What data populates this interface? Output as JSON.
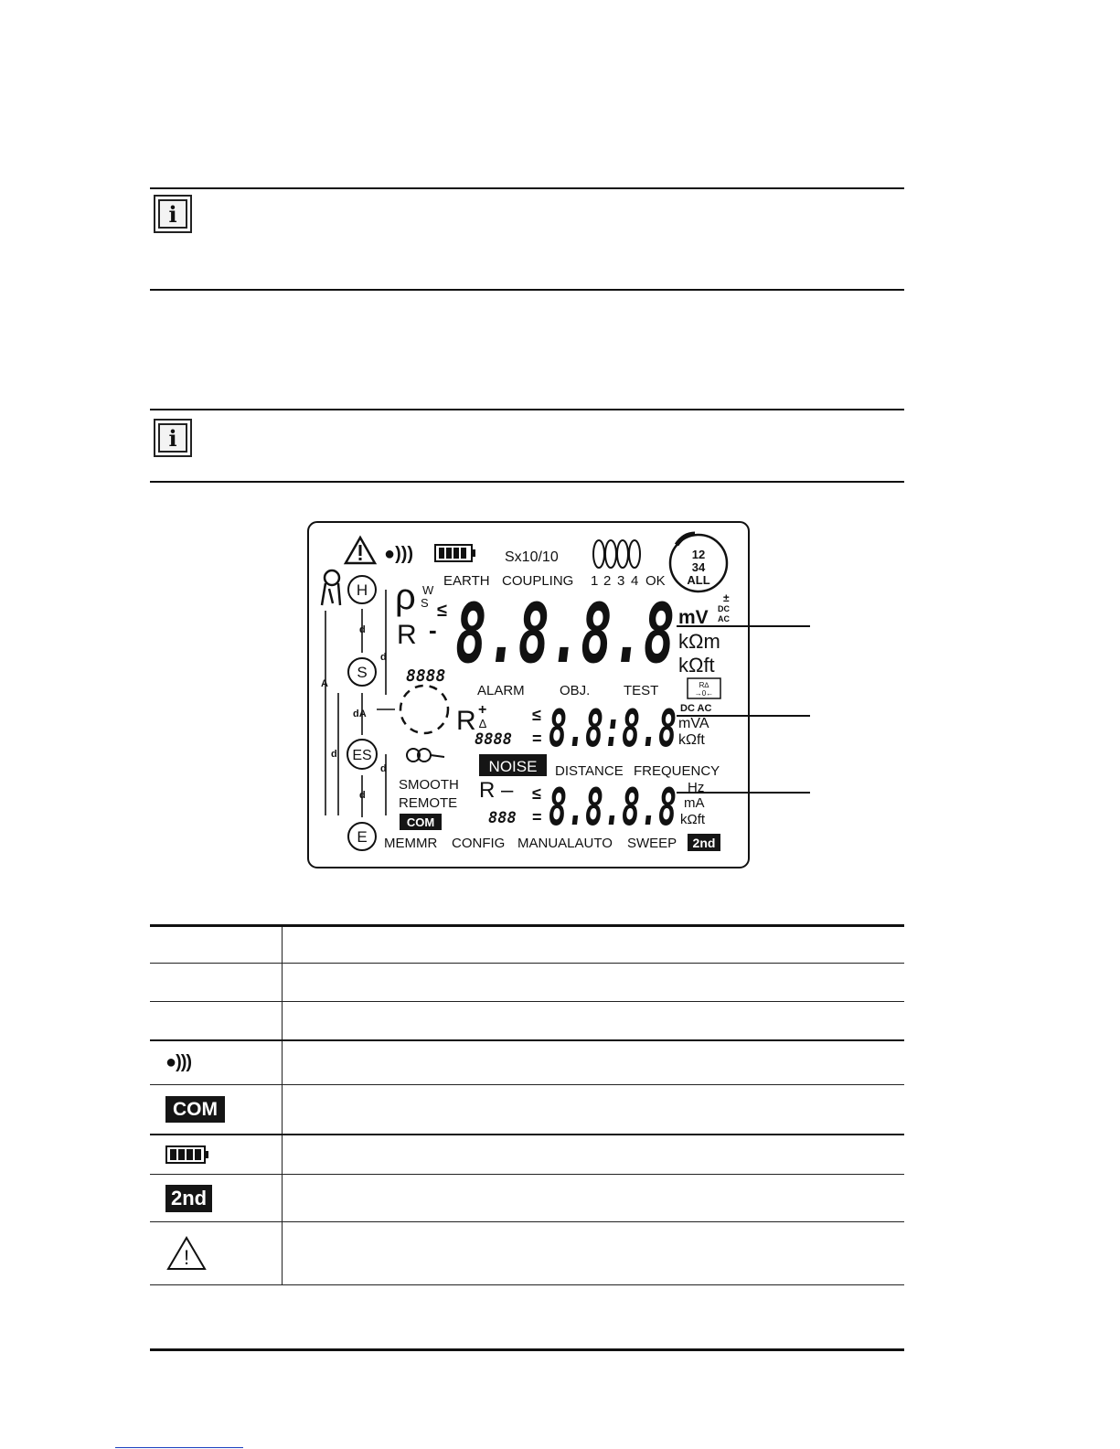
{
  "lcd": {
    "wireless": "●)))",
    "sx_label": "Sx10/10",
    "top_row": [
      "EARTH",
      "COUPLING",
      "1",
      "2",
      "3",
      "4",
      "OK"
    ],
    "clamp_selector": [
      "12",
      "34",
      "ALL"
    ],
    "rho": "ρ",
    "rho_sub_w": "W",
    "rho_sub_s": "S",
    "le": "≤",
    "r_symbol": "R",
    "minus": "-",
    "main_digits": "8.8.8.8",
    "main_units": [
      "mV",
      "kΩm",
      "kΩft"
    ],
    "dc_ac_small": [
      "DC",
      "AC"
    ],
    "plusminus": "±",
    "mid_labels": [
      "ALARM",
      "OBJ.",
      "TEST"
    ],
    "ra_box": [
      "R∆",
      "→0←"
    ],
    "mid_digits": "8.8:8.8",
    "mid_units": [
      "DC AC",
      "mVA",
      "kΩft"
    ],
    "small_digits_4": "8888",
    "small_digits_3": "888",
    "equals": "=",
    "plus": "+",
    "delta": "∆",
    "noise": "NOISE",
    "bottom_labels": [
      "DISTANCE",
      "FREQUENCY"
    ],
    "bot_digits": "8.8.8.8",
    "bot_units": [
      "Hz",
      "mA",
      "kΩft"
    ],
    "r_minus": "R –",
    "smooth": "SMOOTH",
    "remote": "REMOTE",
    "com": "COM",
    "bottom_row": [
      "MEMMR",
      "CONFIG",
      "MANUALAUTO",
      "SWEEP"
    ],
    "second": "2nd",
    "electrodes": [
      "H",
      "S",
      "ES",
      "E"
    ],
    "dim_labels": [
      "d",
      "d",
      "dA",
      "d",
      "d",
      "d",
      "A",
      "d"
    ]
  },
  "table": {
    "rows": [
      {
        "icon": "empty"
      },
      {
        "icon": "empty"
      },
      {
        "icon": "empty"
      },
      {
        "icon": "wireless-icon",
        "label": "●)))"
      },
      {
        "icon": "com-badge",
        "label": "COM"
      },
      {
        "icon": "battery-icon"
      },
      {
        "icon": "second-function-badge",
        "label": "2nd"
      },
      {
        "icon": "warning-icon",
        "label": "!"
      }
    ]
  },
  "colors": {
    "ink": "#111111",
    "link": "#1a3fbf"
  }
}
